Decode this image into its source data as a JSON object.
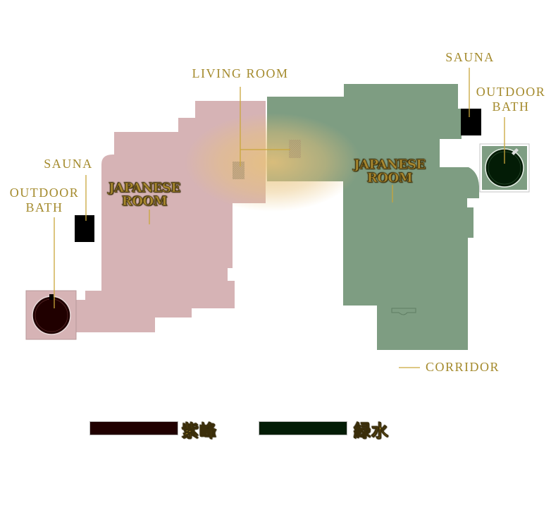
{
  "labels": {
    "living_room": "LIVING ROOM",
    "sauna_left": "SAUNA",
    "outdoor_bath_left": "OUTDOOR\nBATH",
    "japanese_room_left": "JAPANESE\nROOM",
    "sauna_right": "SAUNA",
    "outdoor_bath_right": "OUTDOOR\nBATH",
    "japanese_room_right": "JAPANESE\nROOM",
    "corridor": "CORRIDOR"
  },
  "legend": [
    {
      "name": "紫峰",
      "color": "#200000"
    },
    {
      "name": "緑水",
      "color": "#031c06"
    }
  ],
  "colors": {
    "pink_wing": "#d6b3b5",
    "green_wing": "#7e9d82",
    "accent_gold": "#c9a63a",
    "glow": "#e8c27a"
  }
}
